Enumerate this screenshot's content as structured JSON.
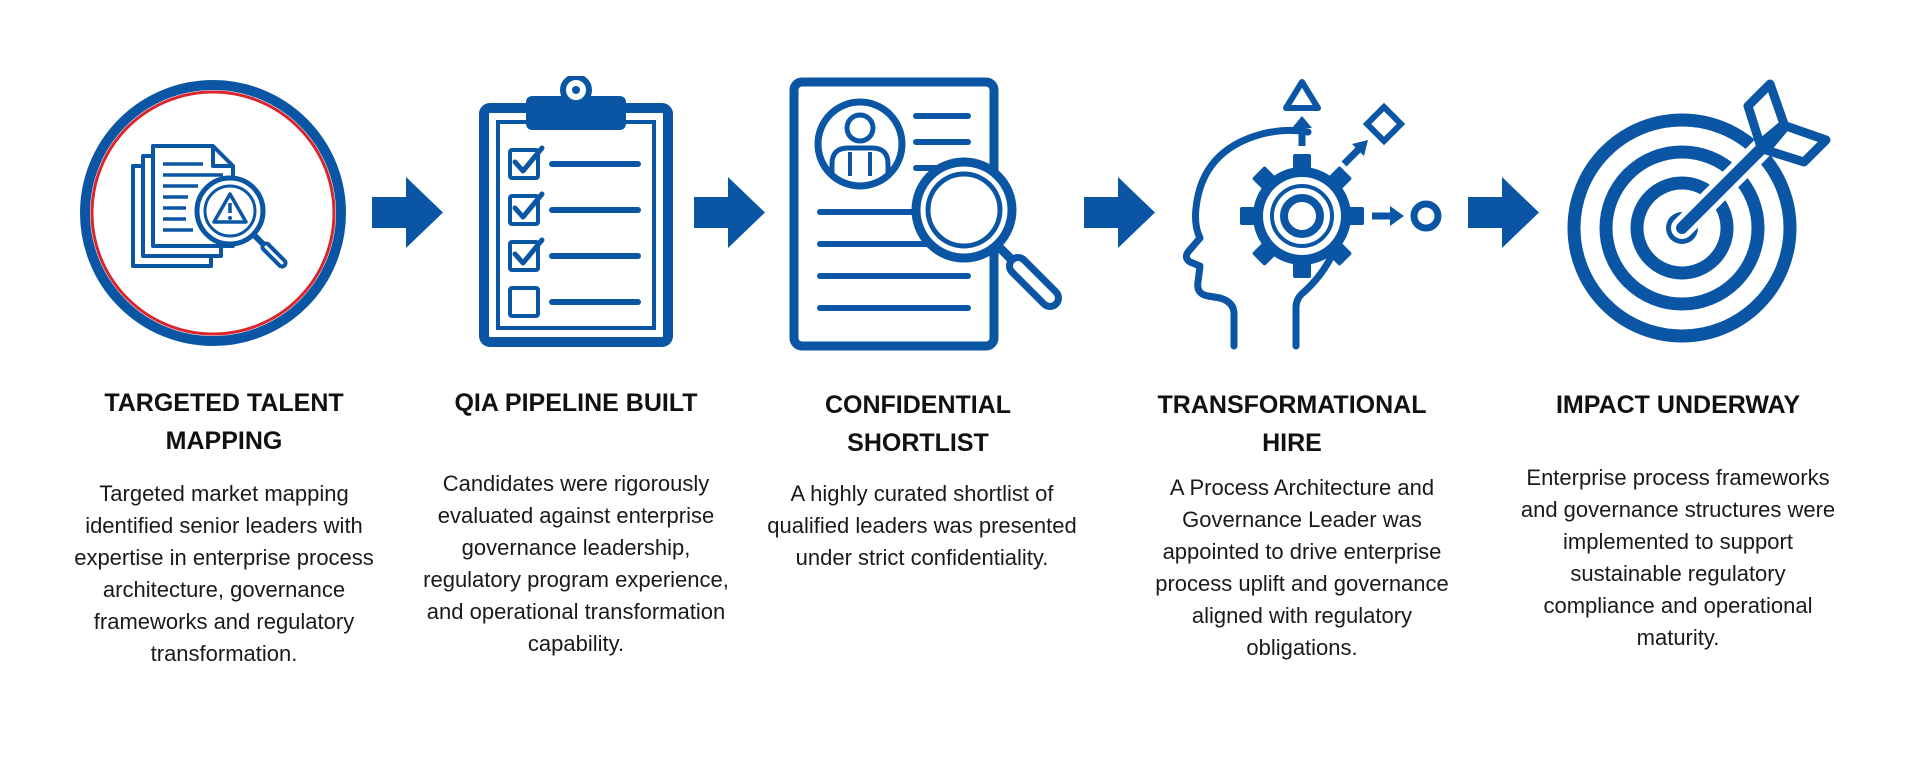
{
  "colors": {
    "primary": "#0a56a4",
    "accent_ring": "#d9252b",
    "text": "#111111"
  },
  "steps": [
    {
      "icon": "document-search-warning-icon",
      "title": "TARGETED TALENT\nMAPPING",
      "description": "Targeted market mapping identified senior leaders with expertise in enterprise process architecture, governance frameworks and regulatory transformation."
    },
    {
      "icon": "clipboard-checklist-icon",
      "title": "QIA PIPELINE BUILT",
      "description": "Candidates were rigorously evaluated against enterprise governance leadership, regulatory program experience, and operational transformation capability."
    },
    {
      "icon": "resume-magnifier-icon",
      "title": "CONFIDENTIAL\nSHORTLIST",
      "description": "A highly curated shortlist of qualified leaders was presented under strict confidentiality."
    },
    {
      "icon": "head-gear-ideas-icon",
      "title": "TRANSFORMATIONAL\nHIRE",
      "description": "A Process Architecture and Governance Leader was appointed to drive enterprise process uplift and governance aligned with regulatory obligations."
    },
    {
      "icon": "target-dart-icon",
      "title": "IMPACT UNDERWAY",
      "description": "Enterprise process frameworks and governance structures were implemented to support sustainable regulatory compliance and operational maturity."
    }
  ]
}
